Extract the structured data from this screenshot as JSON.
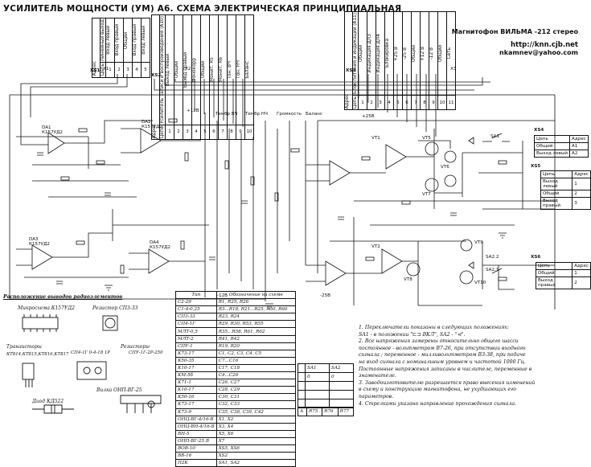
{
  "title": "УСИЛИТЕЛЬ МОЩНОСТИ (УМ) А6. СХЕМА ЭЛЕКТРИЧЕСКАЯ ПРИНЦИПИАЛЬНАЯ",
  "header_right": {
    "model": "Магнитофон ВИЛЬМА -212 стерео",
    "url": "http://knn.cjb.net",
    "email": "nkamnev@yahoo.com"
  },
  "connectors": {
    "xs1": {
      "ref": "XS1",
      "col_headers": [
        "Адрес",
        "Цепь"
      ],
      "title": "Линейный выход",
      "pins": [
        {
          "n": "1",
          "name": "Вход левый"
        },
        {
          "n": "2",
          "name": "Вход правый"
        },
        {
          "n": "3",
          "name": "Общий"
        },
        {
          "n": "4",
          "name": "Вход правый"
        },
        {
          "n": "5",
          "name": "Вход левый"
        }
      ]
    },
    "xs2": {
      "ref": "XS2",
      "col_headers": [
        "Адрес",
        "Цепь"
      ],
      "title": "Усилитель записи и воспроизведения (A10)",
      "pins": [
        {
          "n": "1",
          "name": "Выход левый"
        },
        {
          "n": "2",
          "name": "Общий"
        },
        {
          "n": "3",
          "name": "Выход правый"
        },
        {
          "n": "4",
          "name": "Фонокорр"
        },
        {
          "n": "5",
          "name": "Общий"
        },
        {
          "n": "6",
          "name": "Монит. R5"
        },
        {
          "n": "7",
          "name": "Монит. R6"
        },
        {
          "n": "8",
          "name": "Тон. ВЧ"
        },
        {
          "n": "9",
          "name": "Тон. НЧ"
        },
        {
          "n": "10",
          "name": "Баланс"
        }
      ]
    },
    "xs3": {
      "ref": "XS3",
      "col_headers": [
        "Адрес",
        "Цепь"
      ],
      "title": "Блок питания и индикации (A11)",
      "pins": [
        {
          "n": "1",
          "name": "Общий"
        },
        {
          "n": "2",
          "name": "Индикация ДЛ3"
        },
        {
          "n": "3",
          "name": "Индикация ДЛ4"
        },
        {
          "n": "4",
          "name": "Блокировка"
        },
        {
          "n": "5",
          "name": "+25 В"
        },
        {
          "n": "6",
          "name": "-25 В"
        },
        {
          "n": "7",
          "name": "Общий"
        },
        {
          "n": "8",
          "name": "+12 В"
        },
        {
          "n": "9",
          "name": "-12 В"
        },
        {
          "n": "10",
          "name": "Общий"
        },
        {
          "n": "11",
          "name": "Сеть"
        }
      ]
    },
    "xs4": {
      "ref": "XS4",
      "col_headers": [
        "Цепь",
        "Адрес"
      ],
      "pins": [
        {
          "name": "Общий",
          "n": "A1"
        },
        {
          "name": "Выход левый",
          "n": "A2"
        }
      ]
    },
    "xs5": {
      "ref": "XS5",
      "col_headers": [
        "Цепь",
        "Адрес"
      ],
      "pins": [
        {
          "name": "Выход левый",
          "n": "1"
        },
        {
          "name": "Общий",
          "n": "2"
        },
        {
          "name": "Выход правый",
          "n": "3"
        }
      ]
    },
    "xs6": {
      "ref": "XS6",
      "col_headers": [
        "Цепь",
        "Адрес"
      ],
      "pins": [
        {
          "name": "Общий",
          "n": "1"
        },
        {
          "name": "Выход правый",
          "n": "2"
        }
      ]
    }
  },
  "pinout": {
    "title": "Расположение выводов радиоэлементов",
    "microchip": "Микросхема К157УД2",
    "resistor": "Резистор СП3-33",
    "transistors": "Транзисторы",
    "transistor_types": "КТ814,КТ815,КТ816,КТ817",
    "resistors2": "Резисторы",
    "res_type_a": "СП4-1Г 0-4-18 1Р",
    "res_type_b": "СПУ-1Г-2Р-250",
    "plug": "Вилка ОНП-ВГ-25",
    "diode": "Диод КД522"
  },
  "parts_table": {
    "headers": [
      "Тип",
      "Обозначение на схеме"
    ],
    "rows": [
      [
        "С2-29",
        "R1, R25, R26"
      ],
      [
        "С1-4-0,25",
        "R3...R18, R21...R25, R50, R60"
      ],
      [
        "СП3-33",
        "R23, R24"
      ],
      [
        "СП4-1Г",
        "R29, R30, R53, R55"
      ],
      [
        "МЛТ-0,5",
        "R35...R58, R61, R62"
      ],
      [
        "МЛТ-2",
        "R41, R42"
      ],
      [
        "СПУ-1",
        "R19, R20"
      ],
      [
        "К73-17",
        "С1, С2, С3, С4, С5"
      ],
      [
        "К50-35",
        "С7...С16"
      ],
      [
        "К10-17",
        "С17, С18"
      ],
      [
        "КМ-5б",
        "С4...С26"
      ],
      [
        "К71-1",
        "С26, С27"
      ],
      [
        "К10-17",
        "С28, С29"
      ],
      [
        "К50-16",
        "С30, С31"
      ],
      [
        "К73-17",
        "С32, С33"
      ],
      [
        "К73-9",
        "С35, С38, С39, С42"
      ],
      [
        "ОНЦ-ВГ-4/16-В",
        "Х1, Х2"
      ],
      [
        "ОНЦ-ВН-4/16-В",
        "Х3, Х4"
      ],
      [
        "ВН-5",
        "Х5, Х6"
      ],
      [
        "ОНП-ВГ-25 В",
        "Х7"
      ],
      [
        "ВОВ-10",
        "ХS5, ХS6"
      ],
      [
        "ВВ-16",
        "ХS2"
      ],
      [
        "П2К",
        "SA1, SA2"
      ]
    ]
  },
  "switch_table": {
    "rows": [
      [
        "",
        "SA1",
        "SA2"
      ],
      [
        "",
        "0",
        "0"
      ],
      [
        "",
        "",
        ""
      ],
      [
        "",
        "",
        ""
      ],
      [
        "",
        "",
        ""
      ]
    ],
    "bottom": [
      "А",
      "R75",
      "R76",
      "R77"
    ]
  },
  "notes": [
    "1. Переключатели показаны в следующих положениях:",
    "SA1 - в положении \"⊏⊐ ВКЛ\", SA2 - \"⊲\".",
    "2. Все напряжения замерены относительно общего шасси",
    "постоянное - вольтметром В7-26, при отсутствии входного",
    "сигнала ; переменное - милливольтметром В3-38, при подаче",
    "на вход сигнала с номинальным уровнем и частотой 1000 Гц.",
    "Постоянные напряжения записаны в числителе, переменные в",
    "знаменателе.",
    "3. Заводоизготовителю разрешается право внесения изменений",
    "в схему и конструкцию магнитофона, не ухудшающих его",
    "параметров.",
    "4. Стрелками указано направление прохождения сигнала."
  ],
  "circuit_labels": {
    "da1": "DA1\nК157УД2",
    "da2": "DA2\nК157УД2",
    "da3": "DA3\nК157УД2",
    "da4": "DA4\nК157УД2",
    "vt1": "VT1",
    "vt2": "VT2",
    "vt5": "VT5",
    "vt6": "VT6",
    "vt7": "VT7",
    "vt8": "VT8",
    "vt9": "VT9",
    "vt10": "VT10",
    "p25": "+25В",
    "m25": "-25В",
    "m12": "-12В",
    "p12": "+12В",
    "tembr_vch": "Тембр ВЧ",
    "tembr_nch": "Тембр НЧ",
    "gromkost": "Громкость",
    "balans": "Баланс",
    "sa1": "SA1",
    "sa2": "SA2.1",
    "sa22": "SA2.2",
    "x1": "X1",
    "x2": "X2",
    "x3": "X3"
  }
}
